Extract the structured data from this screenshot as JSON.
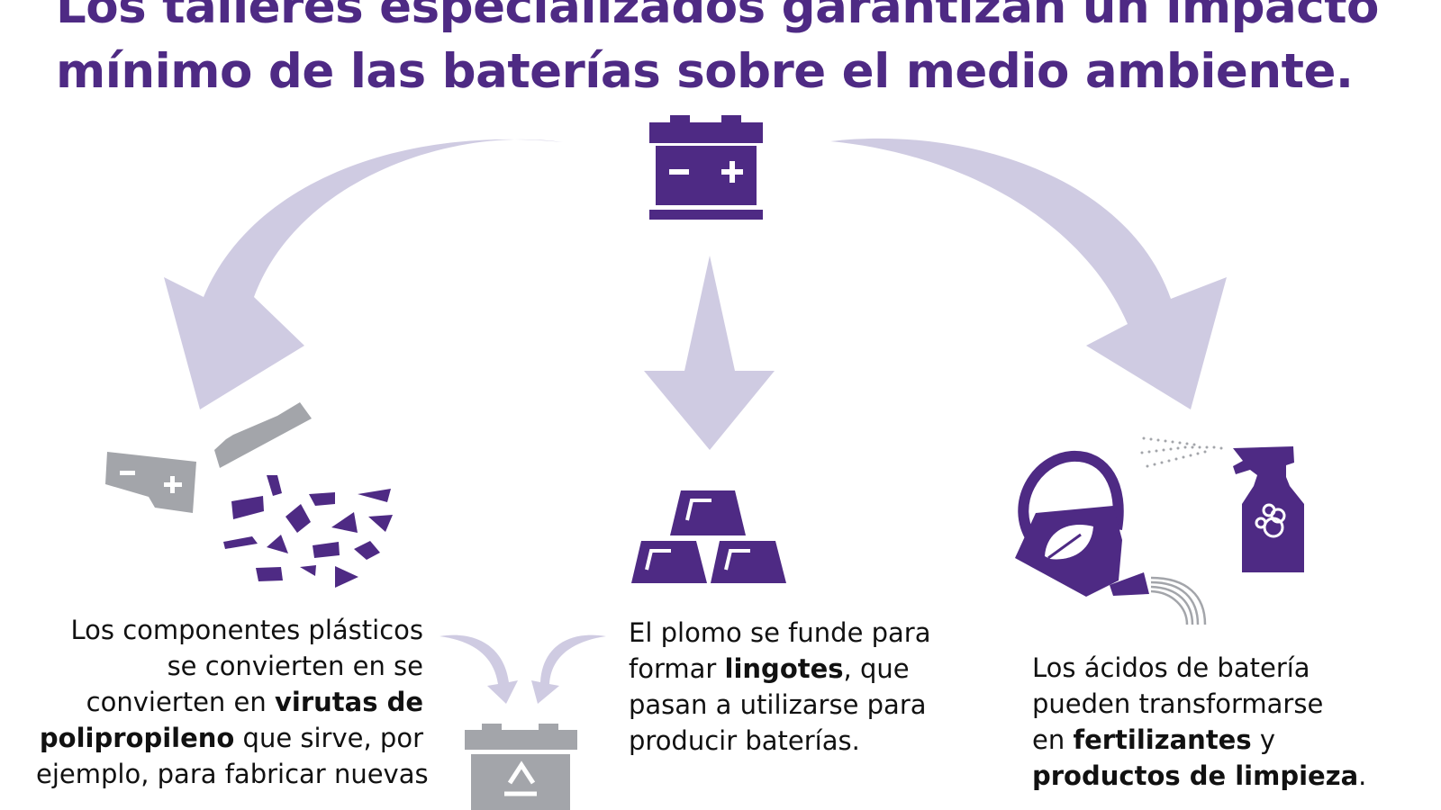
{
  "title": {
    "line1": "Los talleres especializados garantizan un impacto",
    "line2": "mínimo de las baterías sobre el medio ambiente."
  },
  "colors": {
    "purple": "#4e2a84",
    "arrow_lavender": "#cfcbe2",
    "gray": "#a3a5aa",
    "text": "#111111"
  },
  "icons": {
    "battery": "battery-icon",
    "plastic": "plastic-fragments-icon",
    "ingots": "lead-ingots-icon",
    "recycle": "recycled-battery-icon",
    "watering_can": "watering-can-icon",
    "spray": "spray-bottle-icon"
  },
  "captions": {
    "left": {
      "l1": "Los componentes plásticos",
      "l2": "se convierten en se",
      "l3a": "convierten en ",
      "l3b": "virutas de",
      "l4a": "polipropileno",
      "l4b": " que sirve, por",
      "l5": "ejemplo, para fabricar nuevas"
    },
    "middle": {
      "l1": "El plomo se funde para",
      "l2a": "formar ",
      "l2b": "lingotes",
      "l2c": ", que",
      "l3": "pasan a utilizarse para",
      "l4": "producir baterías."
    },
    "right": {
      "l1": "Los ácidos de batería",
      "l2": "pueden transformarse",
      "l3a": "en ",
      "l3b": "fertilizantes",
      "l3c": " y",
      "l4a": "productos de limpieza",
      "l4b": "."
    }
  }
}
